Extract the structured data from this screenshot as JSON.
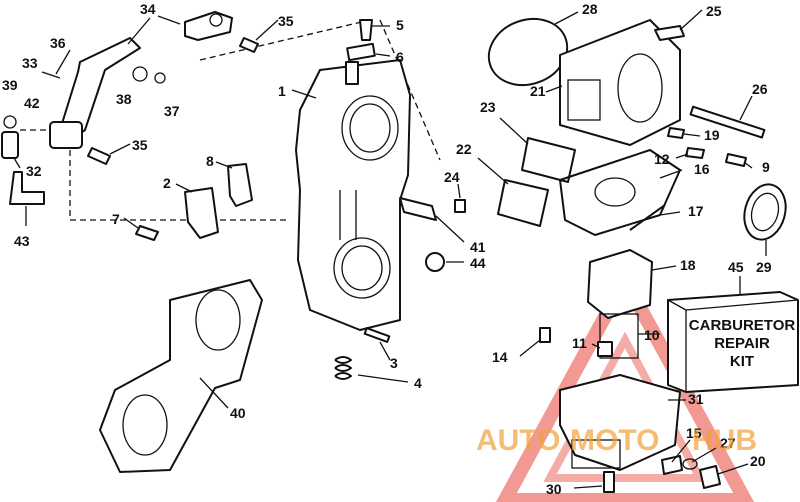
{
  "labels": [
    "1",
    "2",
    "3",
    "4",
    "5",
    "6",
    "7",
    "8",
    "9",
    "10",
    "11",
    "12",
    "14",
    "15",
    "16",
    "17",
    "18",
    "19",
    "20",
    "21",
    "22",
    "23",
    "24",
    "25",
    "26",
    "27",
    "28",
    "29",
    "30",
    "31",
    "32",
    "33",
    "34",
    "35",
    "35",
    "36",
    "37",
    "38",
    "39",
    "40",
    "41",
    "42",
    "43",
    "44",
    "45"
  ],
  "kit_box": {
    "line1": "CARBURETOR",
    "line2": "REPAIR",
    "line3": "KIT"
  },
  "watermark": {
    "part1": "AUTO",
    "part2": "MOTO",
    "part3": "HUB"
  },
  "colors": {
    "watermark_red": "#e8463c",
    "watermark_orange": "#f2a23a",
    "line": "#111111"
  }
}
